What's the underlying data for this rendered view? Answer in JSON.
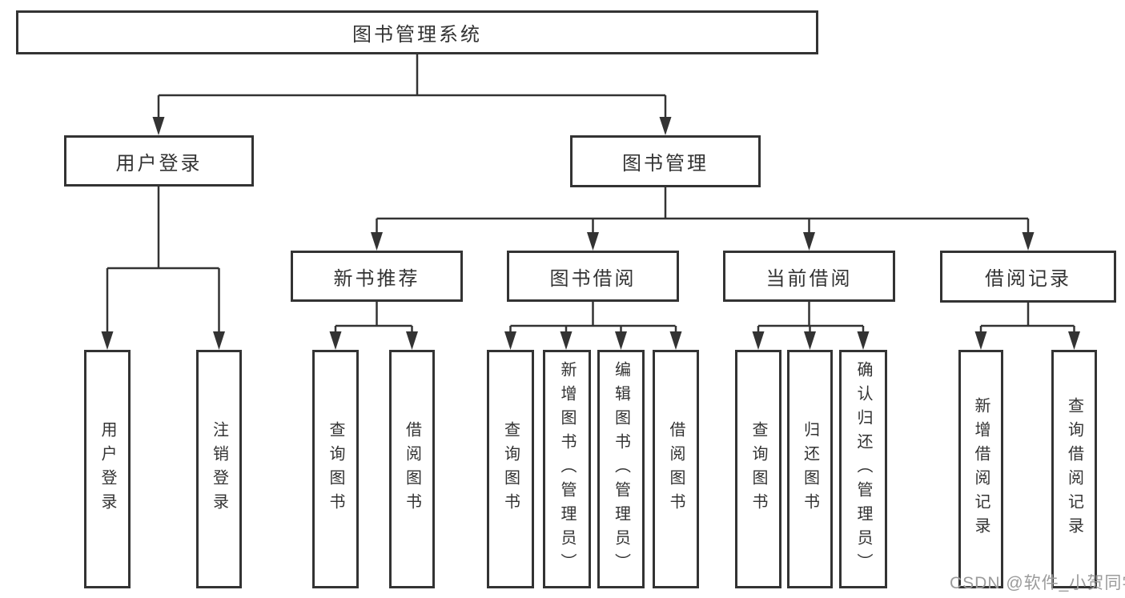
{
  "diagram_title": "图书管理系统",
  "tree": {
    "root": "图书管理系统",
    "branches": [
      {
        "label": "用户登录",
        "children": [
          "用户登录",
          "注销登录"
        ]
      },
      {
        "label": "图书管理",
        "children": [
          {
            "label": "新书推荐",
            "children": [
              "查询图书",
              "借阅图书"
            ]
          },
          {
            "label": "图书借阅",
            "children": [
              "查询图书",
              "新增图书（管理员）",
              "编辑图书（管理员）",
              "借阅图书"
            ]
          },
          {
            "label": "当前借阅",
            "children": [
              "查询图书",
              "归还图书",
              "确认归还（管理员）"
            ]
          },
          {
            "label": "借阅记录",
            "children": [
              "新增借阅记录",
              "查询借阅记录"
            ]
          }
        ]
      }
    ]
  },
  "watermark": "CSDN @软件_小贺同学",
  "colors": {
    "line": "#333333",
    "box_border": "#333333",
    "text": "#333333",
    "watermark": "#9b9b9b",
    "background": "#ffffff"
  }
}
